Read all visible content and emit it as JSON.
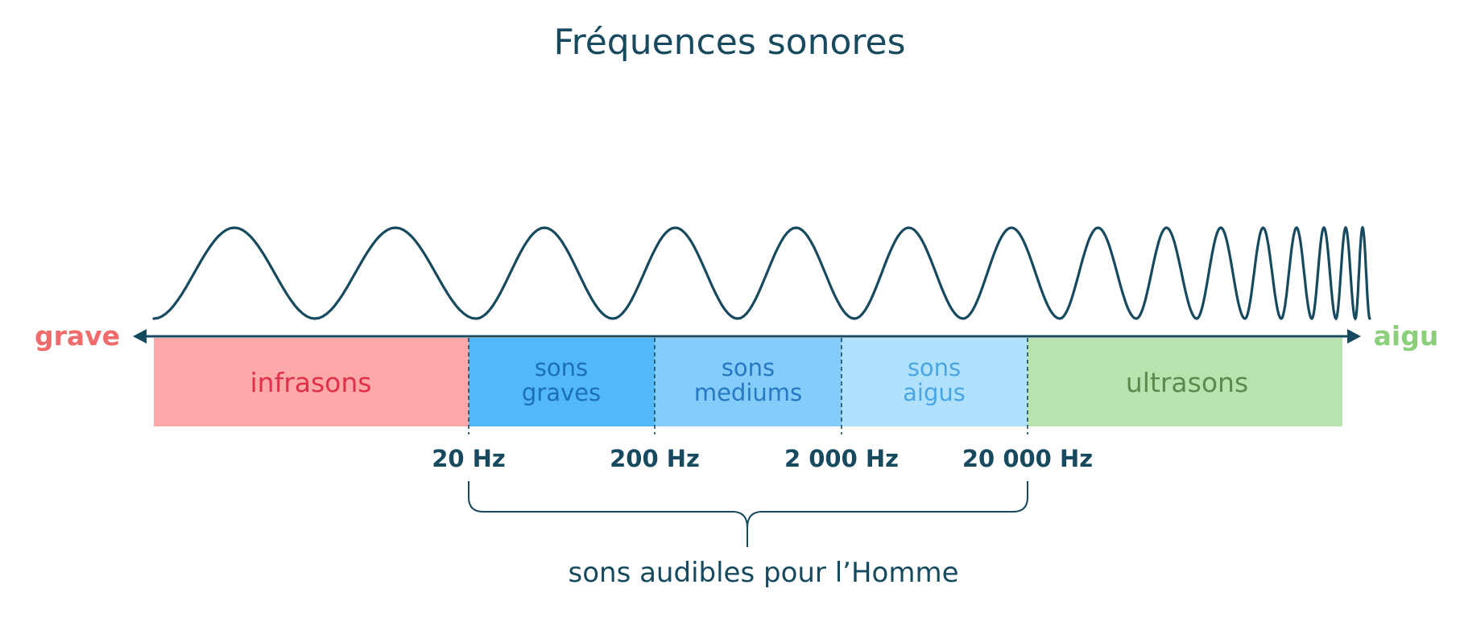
{
  "title": "Fréquences sonores",
  "axis": {
    "left_label": "grave",
    "right_label": "aigu",
    "left_color": "#f06b6b",
    "right_color": "#8ccf7b",
    "line_color": "#174a5f"
  },
  "bands": [
    {
      "lines": [
        "infrasons"
      ],
      "fill": "#fea9a9",
      "text_color": "#e0304a"
    },
    {
      "lines": [
        "sons",
        "graves"
      ],
      "fill": "#52b8f7",
      "text_color": "#1d6fb8"
    },
    {
      "lines": [
        "sons",
        "mediums"
      ],
      "fill": "#84cdfa",
      "text_color": "#2678c2"
    },
    {
      "lines": [
        "sons",
        "aigus"
      ],
      "fill": "#b0e1fd",
      "text_color": "#4aa6e3"
    },
    {
      "lines": [
        "ultrasons"
      ],
      "fill": "#b9e3ae",
      "text_color": "#5b8a4c"
    }
  ],
  "boundaries": [
    "20 Hz",
    "200 Hz",
    "2 000 Hz",
    "20 000 Hz"
  ],
  "audible_label": "sons audibles pour l’Homme",
  "wave_color": "#174a5f"
}
